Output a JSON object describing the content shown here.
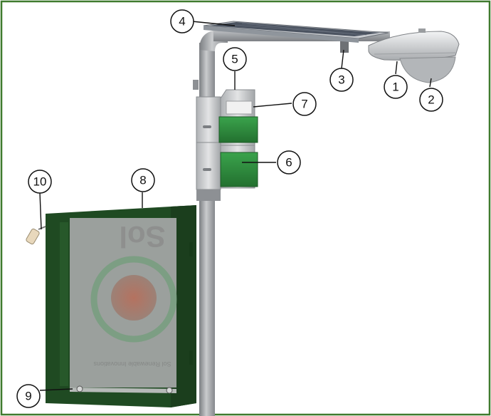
{
  "callouts": [
    {
      "label": "1",
      "part": "lamp-head"
    },
    {
      "label": "2",
      "part": "lamp-lens"
    },
    {
      "label": "3",
      "part": "arm-bracket"
    },
    {
      "label": "4",
      "part": "solar-panel"
    },
    {
      "label": "5",
      "part": "control-box"
    },
    {
      "label": "6",
      "part": "battery-module-lower"
    },
    {
      "label": "7",
      "part": "battery-module-upper"
    },
    {
      "label": "8",
      "part": "sign-panel"
    },
    {
      "label": "9",
      "part": "sign-bottom-rail"
    },
    {
      "label": "10",
      "part": "sign-light"
    }
  ],
  "sign": {
    "brand_word": "Sol",
    "tagline": "Sol Renewable Innovations"
  },
  "colors": {
    "frame_border": "#3f7a2e",
    "sign_frame": "#1f4a22",
    "pole": "#9c9fa2",
    "battery_green": "#2e8a3e",
    "panel_dark": "#4b5360"
  }
}
